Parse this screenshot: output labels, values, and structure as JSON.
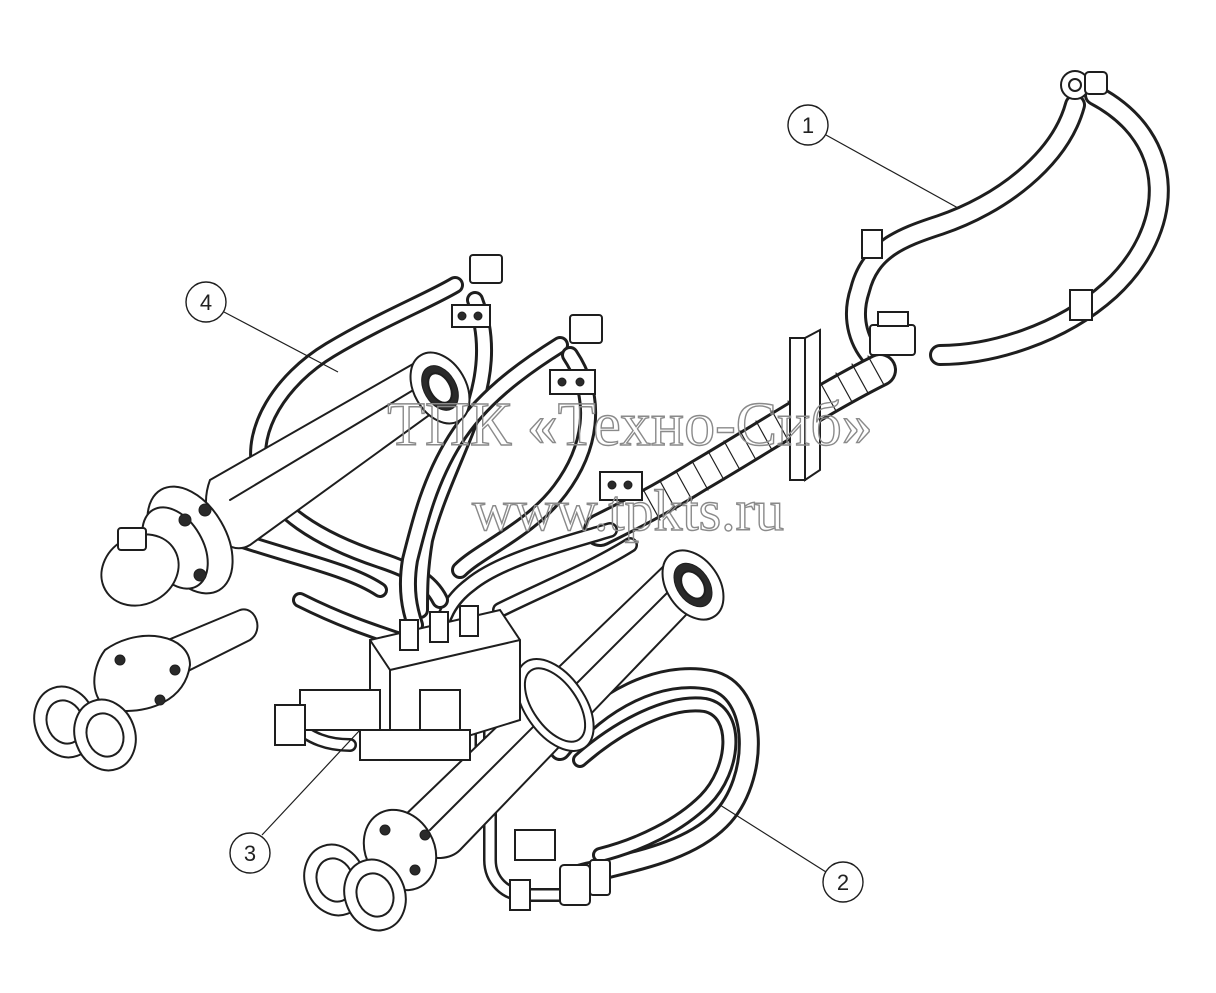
{
  "watermark": {
    "line1": "ТПК «Техно-Сиб»",
    "line2": "www.tpkts.ru"
  },
  "callouts": [
    {
      "id": "1",
      "label": "1"
    },
    {
      "id": "2",
      "label": "2"
    },
    {
      "id": "3",
      "label": "3"
    },
    {
      "id": "4",
      "label": "4"
    }
  ],
  "colors": {
    "line": "#1e1e1e",
    "watermark": "#8a8a8a",
    "background": "#ffffff"
  }
}
